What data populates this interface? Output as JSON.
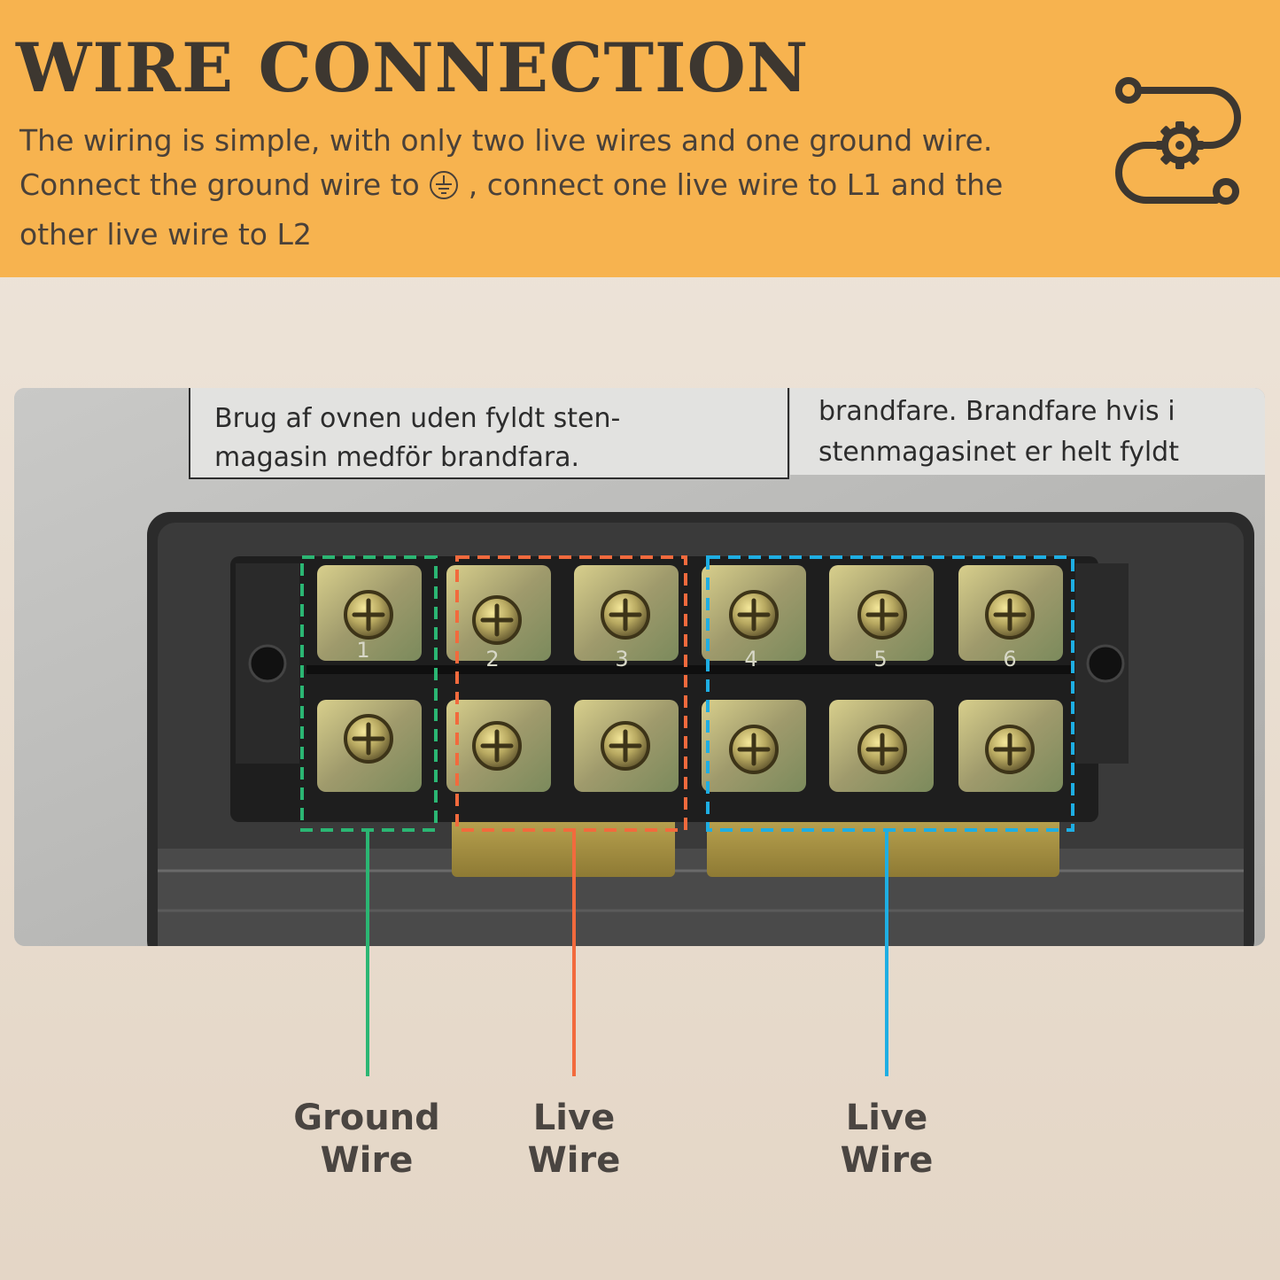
{
  "header": {
    "title": "WIRE CONNECTION",
    "desc_line1": "The wiring is simple, with only two live wires and one ground wire.",
    "desc_line2a": "Connect the ground wire to",
    "desc_line2b": ", connect one live wire to L1 and the",
    "desc_line3": "other live wire to L2",
    "icon": "wire-path-gear-icon",
    "background": "#f7b34f",
    "text_color": "#3d3730"
  },
  "photo": {
    "label_left_1": "Brug af ovnen uden fyldt sten-",
    "label_left_2": "magasin medför brandfara.",
    "label_right_1": "brandfare. Brandfare hvis i",
    "label_right_2": "stenmagasinet er helt fyldt",
    "terminal_numbers": [
      "1",
      "2",
      "3",
      "4",
      "5",
      "6"
    ]
  },
  "wires": [
    {
      "name": "ground",
      "line1": "Ground",
      "line2": "Wire",
      "color": "#2bb673"
    },
    {
      "name": "live-1",
      "line1": "Live",
      "line2": "Wire",
      "color": "#f26a3d"
    },
    {
      "name": "live-2",
      "line1": "Live",
      "line2": "Wire",
      "color": "#1eaee3"
    }
  ]
}
